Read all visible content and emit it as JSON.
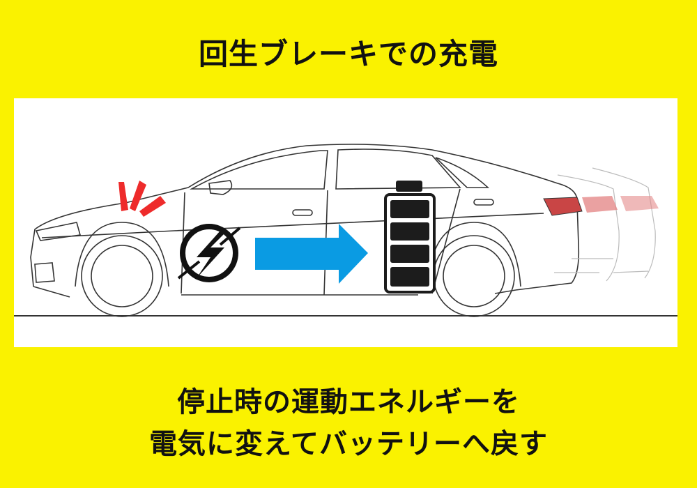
{
  "title": "回生ブレーキでの充電",
  "caption": {
    "line1": "停止時の運動エネルギーを",
    "line2": "電気に変えてバッテリーへ戻す"
  },
  "colors": {
    "background": "#faf200",
    "arrow": "#0a9be3",
    "brake_marks": "#ee2b2b",
    "battery": "#1c1c1c",
    "tail_light": "#c94545"
  },
  "icons": [
    "lightning-icon",
    "arrow-right-icon",
    "battery-icon",
    "brake-impact-icon"
  ]
}
